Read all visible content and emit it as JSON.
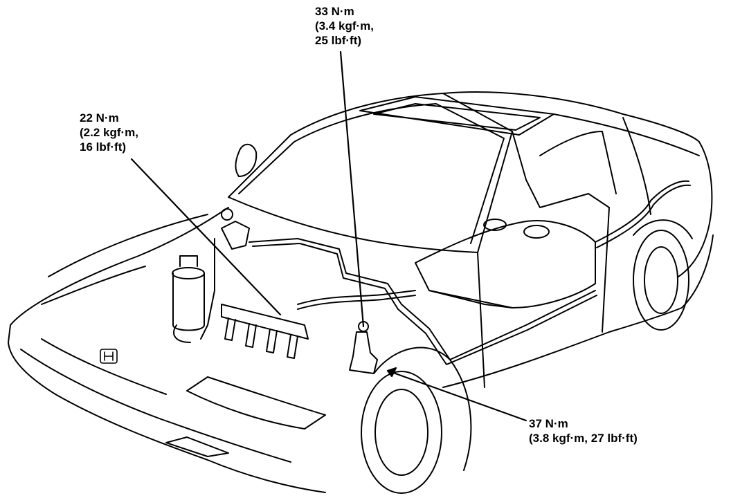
{
  "callouts": {
    "fuel_pressure_regulator": {
      "line1": "33 N·m",
      "line2": "(3.4 kgf·m,",
      "line3": "25 lbf·ft)"
    },
    "fuel_rail_bolt": {
      "line1": "22 N·m",
      "line2": "(2.2 kgf·m,",
      "line3": "16 lbf·ft)"
    },
    "fuel_filter": {
      "line1": "37 N·m",
      "line2": "(3.8 kgf·m, 27 lbf·ft)"
    }
  },
  "colors": {
    "ink": "#000000",
    "paper": "#ffffff"
  }
}
